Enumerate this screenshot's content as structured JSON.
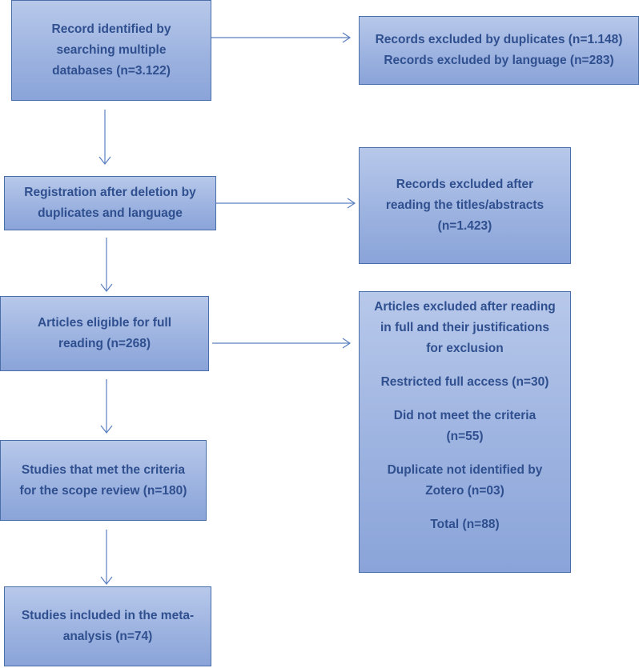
{
  "flow": {
    "identified": {
      "lines": [
        "Record identified by",
        "searching multiple",
        "databases (n=3.122)"
      ]
    },
    "after_deletion": {
      "lines": [
        "Registration after deletion by",
        "duplicates and language"
      ]
    },
    "eligible": {
      "lines": [
        "Articles eligible for full",
        "reading (n=268)"
      ]
    },
    "met_criteria": {
      "lines": [
        "Studies that met the criteria",
        "for the scope review (n=180)"
      ]
    },
    "included": {
      "lines": [
        "Studies included in the meta-",
        "analysis (n=74)"
      ]
    }
  },
  "excluded": {
    "duplicates_language": {
      "lines": [
        "Records excluded by duplicates (n=1.148)",
        "Records excluded by language (n=283)"
      ]
    },
    "titles_abstracts": {
      "lines": [
        "Records excluded after",
        "reading the titles/abstracts",
        "(n=1.423)"
      ]
    },
    "full_reading": {
      "heading": [
        "Articles excluded after reading",
        "in full and their justifications",
        "for exclusion"
      ],
      "restricted": "Restricted full access (n=30)",
      "criteria": [
        "Did not meet the criteria",
        "(n=55)"
      ],
      "duplicate": [
        "Duplicate not identified by",
        "Zotero (n=03)"
      ],
      "total": "Total (n=88)"
    }
  },
  "colors": {
    "box_fill_top": "#b7c8ea",
    "box_fill_bottom": "#8aa4d9",
    "border": "#4a6fa8",
    "text": "#2f4f8f",
    "arrow": "#5b7fc0"
  }
}
